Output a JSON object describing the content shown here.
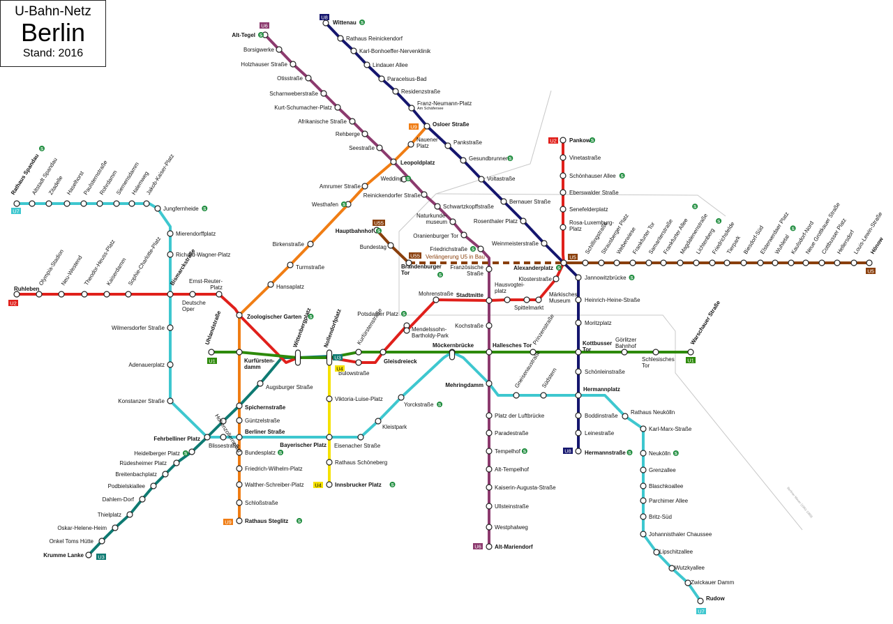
{
  "title": {
    "line1": "U-Bahn-Netz",
    "line2": "Berlin",
    "line3": "Stand: 2016"
  },
  "wall_label": "Berliner Mauer (1961-1989)",
  "construction_label": "Verlängerung U5 in Bau",
  "lines": [
    {
      "id": "U1",
      "color": "#2d8a0a"
    },
    {
      "id": "U2",
      "color": "#e0201b"
    },
    {
      "id": "U3",
      "color": "#0e7a72"
    },
    {
      "id": "U4",
      "color": "#f5e100"
    },
    {
      "id": "U5",
      "color": "#8a3f0c"
    },
    {
      "id": "U55",
      "color": "#8a3f0c"
    },
    {
      "id": "U6",
      "color": "#8c3a6e"
    },
    {
      "id": "U7",
      "color": "#3ec7cf"
    },
    {
      "id": "U8",
      "color": "#15166e"
    },
    {
      "id": "U9",
      "color": "#f07d14"
    }
  ],
  "stations": [
    {
      "name": "Wittenau",
      "bold": true,
      "sbahn": true
    },
    {
      "name": "Rathaus Reinickendorf"
    },
    {
      "name": "Karl-Bonhoeffer-Nervenklinik"
    },
    {
      "name": "Lindauer Allee"
    },
    {
      "name": "Paracelsus-Bad"
    },
    {
      "name": "Residenzstraße"
    },
    {
      "name": "Franz-Neumann-Platz"
    },
    {
      "name": "Am Schäfersee"
    },
    {
      "name": "Osloer Straße",
      "bold": true
    },
    {
      "name": "Pankstraße"
    },
    {
      "name": "Gesundbrunnen",
      "sbahn": true
    },
    {
      "name": "Voltastraße"
    },
    {
      "name": "Bernauer Straße"
    },
    {
      "name": "Rosenthaler Platz"
    },
    {
      "name": "Weinmeisterstraße"
    },
    {
      "name": "Jannowitzbrücke",
      "sbahn": true
    },
    {
      "name": "Heinrich-Heine-Straße"
    },
    {
      "name": "Moritzplatz"
    },
    {
      "name": "Kottbusser Tor",
      "bold": true
    },
    {
      "name": "Schönleinstraße"
    },
    {
      "name": "Hermannplatz",
      "bold": true
    },
    {
      "name": "Boddinstraße"
    },
    {
      "name": "Leinestraße"
    },
    {
      "name": "Hermannstraße",
      "bold": true,
      "sbahn": true
    },
    {
      "name": "Alt-Tegel",
      "bold": true,
      "sbahn": true
    },
    {
      "name": "Borsigwerke"
    },
    {
      "name": "Holzhauser Straße"
    },
    {
      "name": "Otisstraße"
    },
    {
      "name": "Scharnweberstraße"
    },
    {
      "name": "Kurt-Schumacher-Platz"
    },
    {
      "name": "Afrikanische Straße"
    },
    {
      "name": "Rehberge"
    },
    {
      "name": "Seestraße"
    },
    {
      "name": "Leopoldplatz",
      "bold": true
    },
    {
      "name": "Wedding",
      "sbahn": true
    },
    {
      "name": "Reinickendorfer Straße"
    },
    {
      "name": "Schwartzkopffstraße"
    },
    {
      "name": "Naturkunde-museum"
    },
    {
      "name": "Oranienburger Tor"
    },
    {
      "name": "Friedrichstraße",
      "sbahn": true
    },
    {
      "name": "Französische Straße"
    },
    {
      "name": "Stadtmitte",
      "bold": true
    },
    {
      "name": "Kochstraße"
    },
    {
      "name": "Hallesches Tor",
      "bold": true
    },
    {
      "name": "Mehringdamm",
      "bold": true
    },
    {
      "name": "Platz der Luftbrücke"
    },
    {
      "name": "Paradestraße"
    },
    {
      "name": "Tempelhof",
      "sbahn": true
    },
    {
      "name": "Alt-Tempelhof"
    },
    {
      "name": "Kaiserin-Augusta-Straße"
    },
    {
      "name": "Ullsteinstraße"
    },
    {
      "name": "Westphalweg"
    },
    {
      "name": "Alt-Mariendorf",
      "bold": true
    },
    {
      "name": "Pankow",
      "bold": true,
      "sbahn": true
    },
    {
      "name": "Vinetastraße"
    },
    {
      "name": "Schönhauser Allee",
      "sbahn": true
    },
    {
      "name": "Eberswalder Straße"
    },
    {
      "name": "Senefelderplatz"
    },
    {
      "name": "Rosa-Luxemburg-Platz"
    },
    {
      "name": "Alexanderplatz",
      "bold": true,
      "sbahn": true
    },
    {
      "name": "Klosterstraße"
    },
    {
      "name": "Märkisches Museum"
    },
    {
      "name": "Spittelmarkt"
    },
    {
      "name": "Hausvogtei-platz"
    },
    {
      "name": "Mohrenstraße"
    },
    {
      "name": "Potsdamer Platz",
      "sbahn": true
    },
    {
      "name": "Mendelssohn-Bartholdy-Park"
    },
    {
      "name": "Gleisdreieck",
      "bold": true
    },
    {
      "name": "Bülowstraße"
    },
    {
      "name": "Nollendorfplatz",
      "bold": true
    },
    {
      "name": "Wittenbergplatz",
      "bold": true
    },
    {
      "name": "Zoologischer Garten",
      "bold": true,
      "sbahn": true
    },
    {
      "name": "Ernst-Reuter-Platz"
    },
    {
      "name": "Deutsche Oper"
    },
    {
      "name": "Bismarckstraße",
      "bold": true
    },
    {
      "name": "Sophie-Charlotte-Platz"
    },
    {
      "name": "Kaiserdamm"
    },
    {
      "name": "Theodor-Heuss-Platz"
    },
    {
      "name": "Neu-Westend"
    },
    {
      "name": "Olympia-Stadion"
    },
    {
      "name": "Ruhleben",
      "bold": true
    },
    {
      "name": "Warschauer Straße",
      "bold": true
    },
    {
      "name": "Schlesisches Tor"
    },
    {
      "name": "Görlitzer Bahnhof"
    },
    {
      "name": "Prinzenstraße"
    },
    {
      "name": "Möckernbrücke",
      "bold": true
    },
    {
      "name": "Kurfürstenstraße"
    },
    {
      "name": "Kurfürsten-damm",
      "bold": true
    },
    {
      "name": "Uhlandstraße",
      "bold": true
    },
    {
      "name": "Augsburger Straße"
    },
    {
      "name": "Spichernstraße",
      "bold": true
    },
    {
      "name": "Hohenzollernplatz"
    },
    {
      "name": "Fehrbelliner Platz",
      "bold": true
    },
    {
      "name": "Heidelberger Platz",
      "sbahn": true
    },
    {
      "name": "Rüdesheimer Platz"
    },
    {
      "name": "Breitenbachplatz"
    },
    {
      "name": "Podbielskiallee"
    },
    {
      "name": "Dahlem-Dorf"
    },
    {
      "name": "Thielplatz"
    },
    {
      "name": "Oskar-Helene-Heim"
    },
    {
      "name": "Onkel Toms Hütte"
    },
    {
      "name": "Krumme Lanke",
      "bold": true
    },
    {
      "name": "Viktoria-Luise-Platz"
    },
    {
      "name": "Bayerischer Platz",
      "bold": true
    },
    {
      "name": "Rathaus Schöneberg"
    },
    {
      "name": "Innsbrucker Platz",
      "bold": true,
      "sbahn": true
    },
    {
      "name": "Hönow",
      "bold": true
    },
    {
      "name": "Louis-Lewin-Straße"
    },
    {
      "name": "Hellersdorf"
    },
    {
      "name": "Cottbusser Platz"
    },
    {
      "name": "Neue Grottkauer Straße"
    },
    {
      "name": "Kaulsdorf-Nord"
    },
    {
      "name": "Wuhletal",
      "sbahn": true
    },
    {
      "name": "Elsterwerdaer Platz"
    },
    {
      "name": "Biesdorf-Süd"
    },
    {
      "name": "Tierpark"
    },
    {
      "name": "Friedrichsfelde"
    },
    {
      "name": "Lichtenberg",
      "sbahn": true
    },
    {
      "name": "Magdalenenstraße"
    },
    {
      "name": "Frankfurter Allee",
      "sbahn": true
    },
    {
      "name": "Samariterstraße"
    },
    {
      "name": "Frankfurter Tor"
    },
    {
      "name": "Weberwiese"
    },
    {
      "name": "Strausberger Platz"
    },
    {
      "name": "Schillingstraße"
    },
    {
      "name": "Hauptbahnhof",
      "bold": true,
      "sbahn": true
    },
    {
      "name": "Bundestag"
    },
    {
      "name": "Brandenburger Tor",
      "bold": true,
      "sbahn": true
    },
    {
      "name": "Rudow",
      "bold": true
    },
    {
      "name": "Zwickauer Damm"
    },
    {
      "name": "Wutzkyallee"
    },
    {
      "name": "Lipschitzallee"
    },
    {
      "name": "Johannisthaler Chaussee"
    },
    {
      "name": "Britz-Süd"
    },
    {
      "name": "Parchimer Allee"
    },
    {
      "name": "Blaschkoallee"
    },
    {
      "name": "Grenzallee"
    },
    {
      "name": "Neukölln",
      "sbahn": true
    },
    {
      "name": "Karl-Marx-Straße"
    },
    {
      "name": "Rathaus Neukölln"
    },
    {
      "name": "Südstern"
    },
    {
      "name": "Gneisenaustraße"
    },
    {
      "name": "Yorckstraße",
      "sbahn": true
    },
    {
      "name": "Kleistpark"
    },
    {
      "name": "Eisenacher Straße"
    },
    {
      "name": "Berliner Straße",
      "bold": true
    },
    {
      "name": "Blissestraße"
    },
    {
      "name": "Konstanzer Straße"
    },
    {
      "name": "Adenauerplatz"
    },
    {
      "name": "Wilmersdorfer Straße"
    },
    {
      "name": "Richard-Wagner-Platz"
    },
    {
      "name": "Mierendorffplatz"
    },
    {
      "name": "Jungfernheide",
      "sbahn": true
    },
    {
      "name": "Jakob-Kaiser-Platz"
    },
    {
      "name": "Halemweg"
    },
    {
      "name": "Siemensdamm"
    },
    {
      "name": "Rohrdamm"
    },
    {
      "name": "Paulsternstraße"
    },
    {
      "name": "Haselhorst"
    },
    {
      "name": "Zitadelle"
    },
    {
      "name": "Altstadt Spandau"
    },
    {
      "name": "Rathaus Spandau",
      "bold": true,
      "sbahn": true
    },
    {
      "name": "Nauener Platz"
    },
    {
      "name": "Amrumer Straße"
    },
    {
      "name": "Westhafen",
      "sbahn": true
    },
    {
      "name": "Birkenstraße"
    },
    {
      "name": "Turmstraße"
    },
    {
      "name": "Hansaplatz"
    },
    {
      "name": "Güntzelstraße"
    },
    {
      "name": "Bundesplatz",
      "sbahn": true
    },
    {
      "name": "Friedrich-Wilhelm-Platz"
    },
    {
      "name": "Walther-Schreiber-Platz"
    },
    {
      "name": "Schloßstraße"
    },
    {
      "name": "Rathaus Steglitz",
      "bold": true,
      "sbahn": true
    }
  ]
}
